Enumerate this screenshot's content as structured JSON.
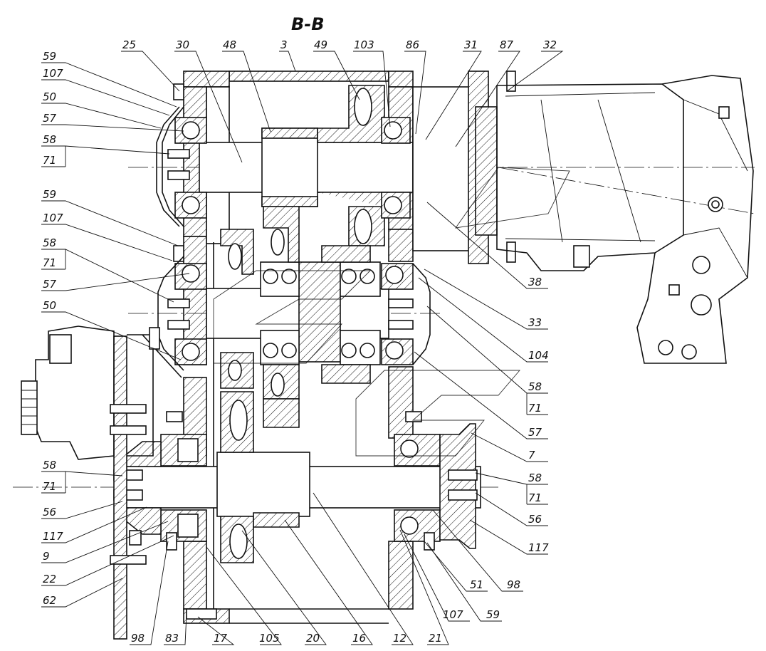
{
  "title": "B-B",
  "labels": {
    "l25": "25",
    "l30": "30",
    "l48": "48",
    "l3": "3",
    "l49": "49",
    "l103": "103",
    "l86": "86",
    "l31": "31",
    "l87": "87",
    "l32": "32",
    "l59a": "59",
    "l107a": "107",
    "l50a": "50",
    "l57a": "57",
    "l58a": "58",
    "l71a": "71",
    "l59b": "59",
    "l107b": "107",
    "l58b": "58",
    "l71b": "71",
    "l57b": "57",
    "l50b": "50",
    "l38": "38",
    "l33": "33",
    "l104": "104",
    "l58c": "58",
    "l71c": "71",
    "l57c": "57",
    "l7": "7",
    "l58d": "58",
    "l71d": "71",
    "l56a": "56",
    "l117a": "117",
    "l9": "9",
    "l22": "22",
    "l62": "62",
    "l58e": "58",
    "l71e": "71",
    "l56b": "56",
    "l117b": "117",
    "l98a": "98",
    "l51": "51",
    "l59c": "59",
    "l107c": "107",
    "l98b": "98",
    "l83": "83",
    "l17": "17",
    "l105": "105",
    "l20": "20",
    "l16": "16",
    "l12": "12",
    "l21": "21"
  }
}
